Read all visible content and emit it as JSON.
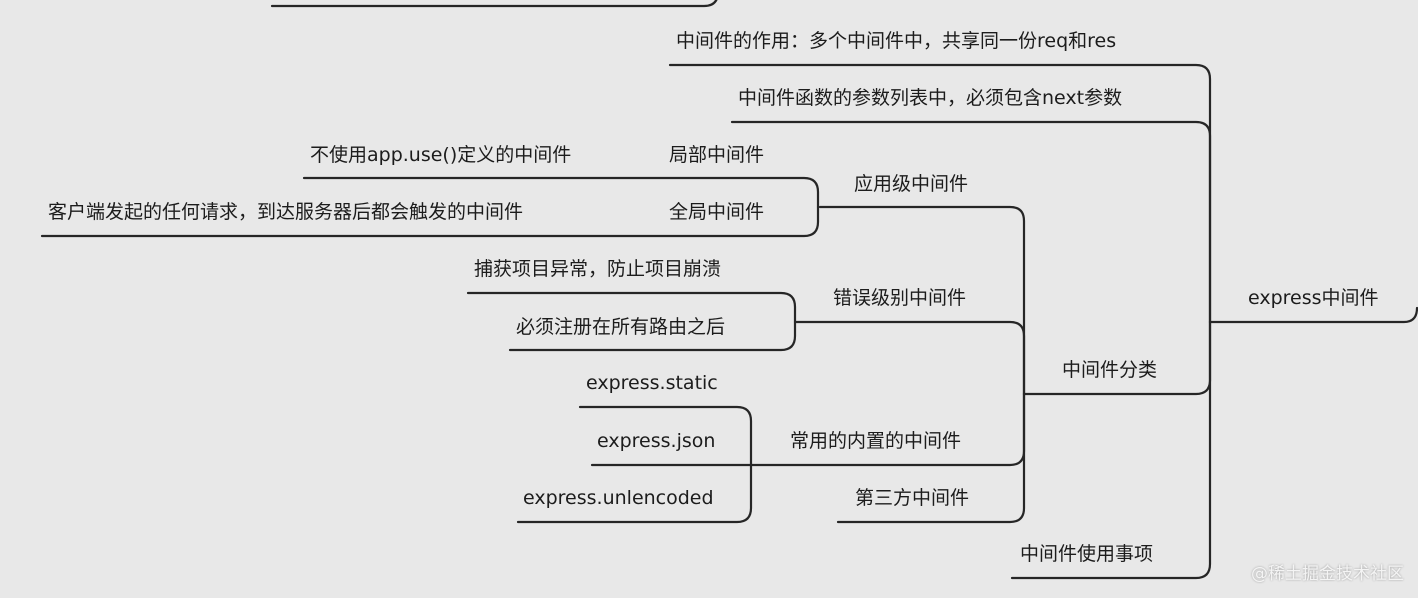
{
  "mindmap": {
    "root": "express中间件",
    "branches": {
      "role": "中间件的作用：多个中间件中，共享同一份req和res",
      "next_param": "中间件函数的参数列表中，必须包含next参数",
      "category": "中间件分类",
      "usage_notes": "中间件使用事项"
    },
    "categories": {
      "app_level": "应用级中间件",
      "error_level": "错误级别中间件",
      "builtin": "常用的内置的中间件",
      "third_party": "第三方中间件"
    },
    "app_level": {
      "local": "局部中间件",
      "local_desc": "不使用app.use()定义的中间件",
      "global": "全局中间件",
      "global_desc": "客户端发起的任何请求，到达服务器后都会触发的中间件"
    },
    "error_level": {
      "catch": "捕获项目异常，防止项目崩溃",
      "register": "必须注册在所有路由之后"
    },
    "builtin": {
      "static": "express.static",
      "json": "express.json",
      "unlencoded": "express.unlencoded"
    }
  },
  "watermark": "@稀土掘金技术社区"
}
